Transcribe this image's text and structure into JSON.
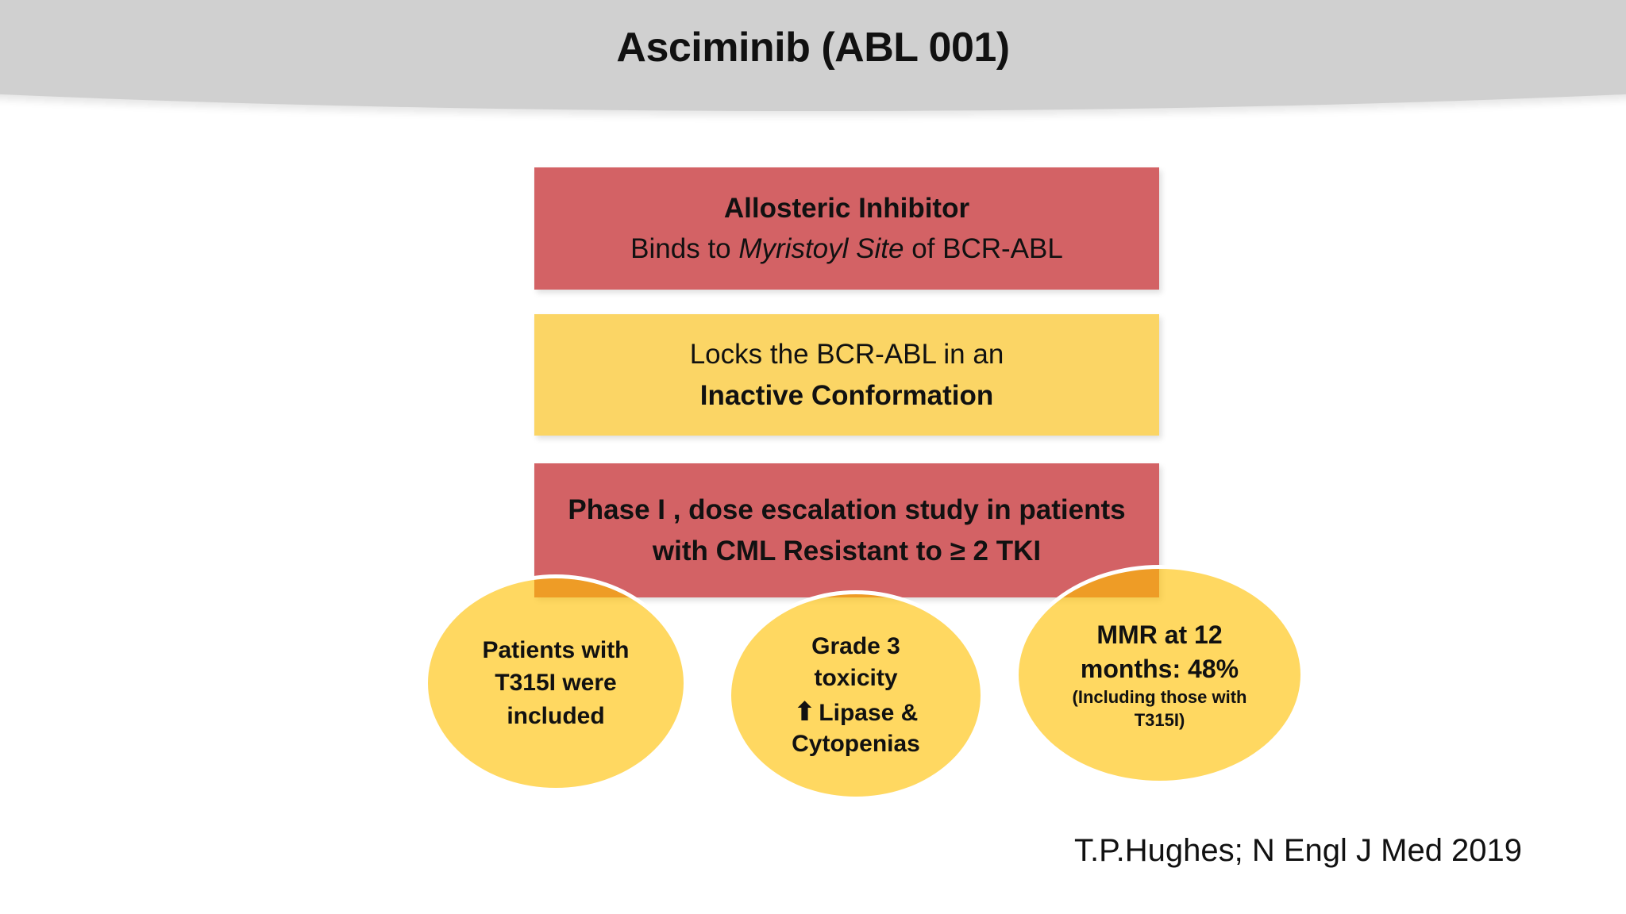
{
  "slide": {
    "title": "Asciminib (ABL 001)",
    "boxes": [
      {
        "name": "allosteric-inhibitor",
        "line1": "Allosteric Inhibitor",
        "line2_prefix": "Binds to ",
        "line2_italic": "Myristoyl Site",
        "line2_suffix": " of BCR-ABL",
        "fill": "#D36265"
      },
      {
        "name": "inactive-conformation",
        "line1": "Locks the BCR-ABL in an",
        "line2": "Inactive Conformation",
        "fill": "#FBD565"
      },
      {
        "name": "phase1-study",
        "line1": "Phase I , dose escalation study in patients",
        "line2": "with CML Resistant to ≥ 2 TKI",
        "fill": "#D36265"
      }
    ],
    "ellipses": [
      {
        "name": "patients-t315i",
        "line1": "Patients with",
        "line2": "T315I were",
        "line3": "included"
      },
      {
        "name": "grade3-toxicity",
        "line1": "Grade 3",
        "line2": "toxicity",
        "arrow_icon": "⬆",
        "line3": "Lipase &",
        "line4": "Cytopenias"
      },
      {
        "name": "mmr-12-months",
        "big1": "MMR at 12",
        "big2": "months: 48%",
        "small1": "(Including those with",
        "small2": "T315I)"
      }
    ],
    "citation": "T.P.Hughes; N Engl J Med 2019",
    "colors": {
      "header_gray": "#D0D0D0",
      "red": "#D36265",
      "yellow": "#FBD565",
      "ellipse_yellow_translucent": "rgba(255,192,0,0.62)",
      "ellipse_border": "#FFFFFF",
      "orange_overlap": "#EE9C26",
      "text": "#111111",
      "background": "#FFFFFF"
    }
  }
}
